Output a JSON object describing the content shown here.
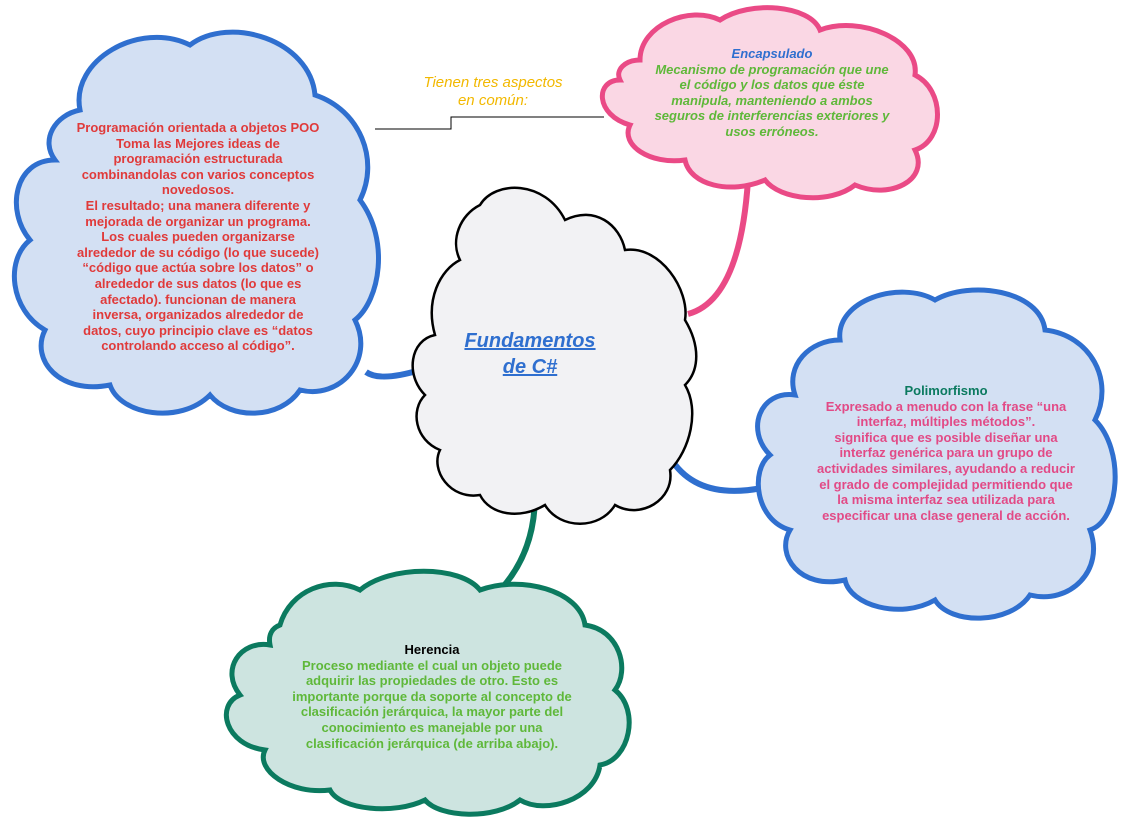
{
  "colors": {
    "background": "#ffffff",
    "blue_stroke": "#2f6fcf",
    "blue_fill": "#d3e0f3",
    "pink_stroke": "#ea4a86",
    "pink_fill": "#fad7e4",
    "green_stroke": "#0b7a5f",
    "green_fill": "#cde4e0",
    "center_stroke": "#000000",
    "center_fill": "#f2f2f4",
    "red_text": "#e03a3a",
    "green_text": "#5fb83a",
    "pink_text": "#e24a86",
    "title_blue": "#2f6fcf",
    "title_green": "#0b7a5f",
    "annotation_yellow": "#f2b800"
  },
  "center": {
    "title_line1": "Fundamentos ",
    "title_line2": "de C#"
  },
  "annotation": {
    "line1": "Tienen tres aspectos",
    "line2": "en común:"
  },
  "poo": {
    "lines": [
      "Programación orientada a objetos POO",
      "Toma las Mejores ideas de",
      "programación estructurada",
      "combinandolas con varios conceptos",
      "novedosos.",
      "El resultado; una manera diferente y",
      "mejorada de organizar un programa.",
      "Los cuales pueden organizarse",
      "alrededor de su código (lo que sucede)",
      "“código que actúa sobre los datos” o",
      "alrededor de sus datos (lo que es",
      "afectado). funcionan de manera",
      "inversa,  organizados alrededor de",
      "datos, cuyo principio clave es “datos",
      "controlando acceso al código”."
    ]
  },
  "encapsulado": {
    "title": "Encapsulado",
    "lines": [
      "Mecanismo de programación que une",
      "el código y los datos que éste",
      "manipula, manteniendo a ambos",
      "seguros de interferencias exteriores y",
      "usos erróneos."
    ]
  },
  "polimorfismo": {
    "title": "Polimorfismo",
    "lines": [
      "Expresado a menudo con la frase “una",
      "interfaz, múltiples métodos”.",
      "significa que es posible diseñar una",
      "interfaz genérica para un grupo de",
      "actividades similares, ayudando a reducir",
      "el grado de complejidad permitiendo que",
      "la misma interfaz sea utilizada para",
      "especificar una clase general de acción."
    ]
  },
  "herencia": {
    "title": "Herencia",
    "lines": [
      "Proceso mediante el cual un objeto puede",
      "adquirir las propiedades de otro. Esto es",
      "importante porque da soporte al concepto de",
      "clasificación jerárquica, la mayor parte del",
      "conocimiento es manejable por una",
      "clasificación jerárquica (de arriba abajo)."
    ]
  }
}
